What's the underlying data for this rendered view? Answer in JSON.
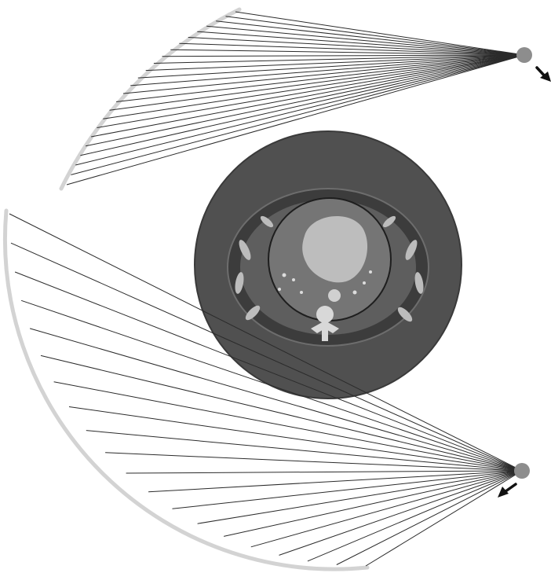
{
  "diagram": {
    "description_text": "",
    "colors": {
      "background": "#ffffff",
      "ray": "#2b2b2b",
      "detector_arc": "#d3d3d3",
      "source_dot": "#8d8d8d",
      "motion_arrow": "#111111",
      "field_of_view_outer": "#505050",
      "reconstruction_circle": "#757575",
      "patient_tissue": "#6a6a6a",
      "patient_body_wall": "#3c3c3c",
      "bone_and_contrast": "#d8d8d8",
      "heart": "#bdbdbd"
    },
    "sources": [
      {
        "id": "source-upper",
        "motion": "clockwise"
      },
      {
        "id": "source-lower",
        "motion": "clockwise"
      }
    ],
    "beams": {
      "upper_source_ray_count": 24,
      "lower_source_ray_count": 20
    },
    "icons": {
      "source": "x-ray-source-dot",
      "motion": "rotation-arrow"
    }
  }
}
